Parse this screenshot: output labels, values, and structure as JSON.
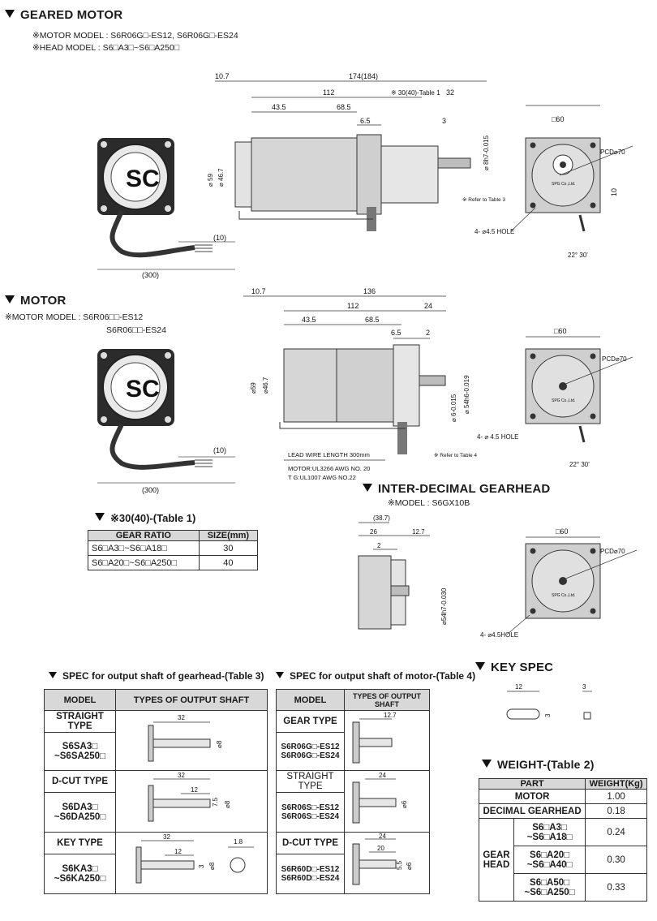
{
  "geared_motor": {
    "title": "GEARED MOTOR",
    "motor_model": "※MOTOR MODEL : S6R06G□-ES12, S6R06G□-ES24",
    "head_model": "※HEAD MODEL : S6□A3□~S6□A250□",
    "dims": {
      "overall": "174(184)",
      "left": "10.7",
      "body": "112",
      "a": "43.5",
      "b": "68.5",
      "table_note": "※ 30(40)-Table 1",
      "tail": "32",
      "c": "6.5",
      "d": "3",
      "shaft_dia": "⌀ 8h7-0.015",
      "dia59": "⌀ 59",
      "dia467": "⌀ 46.7",
      "refer": "※ Refer to Table 3",
      "lead": "(10)",
      "cable": "(300)",
      "sq": "□60",
      "pcd": "PCD⌀70",
      "ten": "10",
      "hole": "4- ⌀4.5 HOLE",
      "angle": "22° 30'",
      "brand": "SPG Co.,Ltd."
    }
  },
  "motor": {
    "title": "MOTOR",
    "model_line1": "※MOTOR MODEL : S6R06□□-ES12",
    "model_line2": "S6R06□□-ES24",
    "dims": {
      "left": "10.7",
      "overall": "136",
      "body": "112",
      "tail": "24",
      "a": "43.5",
      "b": "68.5",
      "c": "6.5",
      "d": "2",
      "dia59": "⌀59",
      "dia467": "⌀46.7",
      "shaft": "⌀ 6-0.015",
      "spig": "⌀ 54h6-0.019",
      "refer": "※ Refer to Table 4",
      "lead": "(10)",
      "cable": "(300)",
      "wire1": "LEAD WIRE LENGTH 300mm",
      "wire2": "MOTOR:UL3266 AWG NO. 20",
      "wire3": "T G:UL1007 AWG NO.22",
      "sq": "□60",
      "pcd": "PCD⌀70",
      "hole": "4- ⌀ 4.5 HOLE",
      "angle": "22° 30'",
      "brand": "SPG Co.,Ltd."
    }
  },
  "inter_gearhead": {
    "title": "INTER-DECIMAL GEARHEAD",
    "model": "※MODEL : S6GX10B",
    "dims": {
      "w": "(38.7)",
      "a": "26",
      "b": "12.7",
      "c": "2",
      "spig": "⌀54h7-0.030",
      "sq": "□60",
      "pcd": "PCD⌀70",
      "hole": "4- ⌀4.5HOLE",
      "brand": "SPG Co.,Ltd."
    }
  },
  "table1": {
    "title": "※30(40)-(Table 1)",
    "headers": [
      "GEAR RATIO",
      "SIZE(mm)"
    ],
    "rows": [
      [
        "S6□A3□~S6□A18□",
        "30"
      ],
      [
        "S6□A20□~S6□A250□",
        "40"
      ]
    ]
  },
  "table3": {
    "title": "SPEC for output shaft of gearhead-(Table 3)",
    "headers": [
      "MODEL",
      "TYPES OF OUTPUT SHAFT"
    ],
    "rows": [
      {
        "type": "STRAIGHT TYPE",
        "m1": "S6SA3□",
        "m2": "~S6SA250□",
        "dims": [
          "32",
          "⌀8"
        ]
      },
      {
        "type": "D-CUT TYPE",
        "m1": "S6DA3□",
        "m2": "~S6DA250□",
        "dims": [
          "32",
          "12",
          "7.5",
          "⌀8"
        ]
      },
      {
        "type": "KEY TYPE",
        "m1": "S6KA3□",
        "m2": "~S6KA250□",
        "dims": [
          "32",
          "12",
          "3",
          "1.8",
          "⌀8"
        ]
      }
    ]
  },
  "table4": {
    "title": "SPEC for output shaft of motor-(Table 4)",
    "headers": [
      "MODEL",
      "TYPES OF OUTPUT SHAFT"
    ],
    "rows": [
      {
        "type": "GEAR TYPE",
        "m1": "S6R06G□-ES12",
        "m2": "S6R06G□-ES24",
        "dims": [
          "12.7"
        ]
      },
      {
        "type": "STRAIGHT TYPE",
        "m1": "S6R06S□-ES12",
        "m2": "S6R06S□-ES24",
        "dims": [
          "24",
          "⌀6"
        ]
      },
      {
        "type": "D-CUT TYPE",
        "m1": "S6R60D□-ES12",
        "m2": "S6R60D□-ES24",
        "dims": [
          "24",
          "20",
          "5.5",
          "⌀6"
        ]
      }
    ]
  },
  "key_spec": {
    "title": "KEY SPEC",
    "len": "12",
    "h": "3",
    "w": "3"
  },
  "weight": {
    "title": "WEIGHT-(Table 2)",
    "headers": [
      "PART",
      "WEIGHT(Kg)"
    ],
    "motor": [
      "MOTOR",
      "1.00"
    ],
    "decimal": [
      "DECIMAL GEARHEAD",
      "0.18"
    ],
    "gear_label": "GEAR HEAD",
    "gear_rows": [
      [
        "S6□A3□",
        "~S6□A18□",
        "0.24"
      ],
      [
        "S6□A20□",
        "~S6□A40□",
        "0.30"
      ],
      [
        "S6□A50□",
        "~S6□A250□",
        "0.33"
      ]
    ]
  }
}
